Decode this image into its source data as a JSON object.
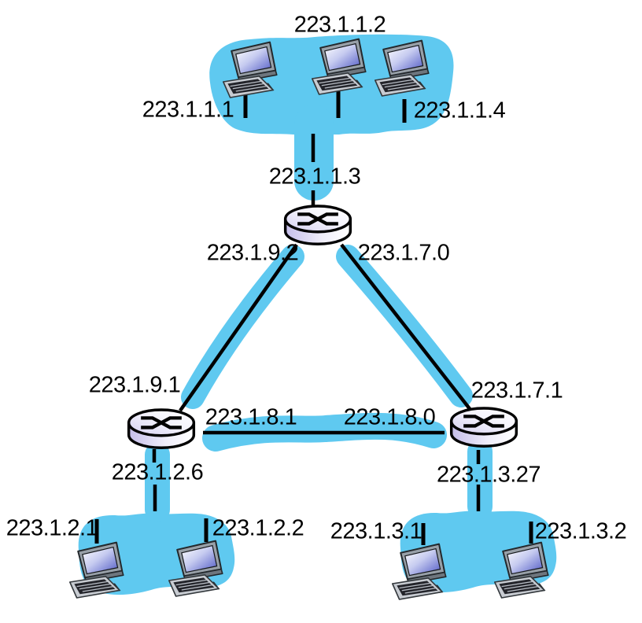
{
  "figure": {
    "kind": "ip-network-diagram"
  },
  "colors": {
    "subnet_highlight_blue": "#5fc9f0",
    "link_line": "#000000",
    "label_text": "#000000",
    "router_body_lavender": "#c5beea",
    "monitor_screen_blue": "#4f58c4"
  },
  "network": {
    "subnets": [
      {
        "id": "223.1.1",
        "hosts": [
          "223.1.1.1",
          "223.1.1.2",
          "223.1.1.4"
        ],
        "router_interface": "223.1.1.3"
      },
      {
        "id": "223.1.2",
        "hosts": [
          "223.1.2.1",
          "223.1.2.2"
        ],
        "router_interface": "223.1.2.6"
      },
      {
        "id": "223.1.3",
        "hosts": [
          "223.1.3.1",
          "223.1.3.2"
        ],
        "router_interface": "223.1.3.27"
      },
      {
        "id": "223.1.9",
        "interfaces": [
          "223.1.9.1",
          "223.1.9.2"
        ]
      },
      {
        "id": "223.1.7",
        "interfaces": [
          "223.1.7.0",
          "223.1.7.1"
        ]
      },
      {
        "id": "223.1.8",
        "interfaces": [
          "223.1.8.1",
          "223.1.8.0"
        ]
      }
    ]
  }
}
